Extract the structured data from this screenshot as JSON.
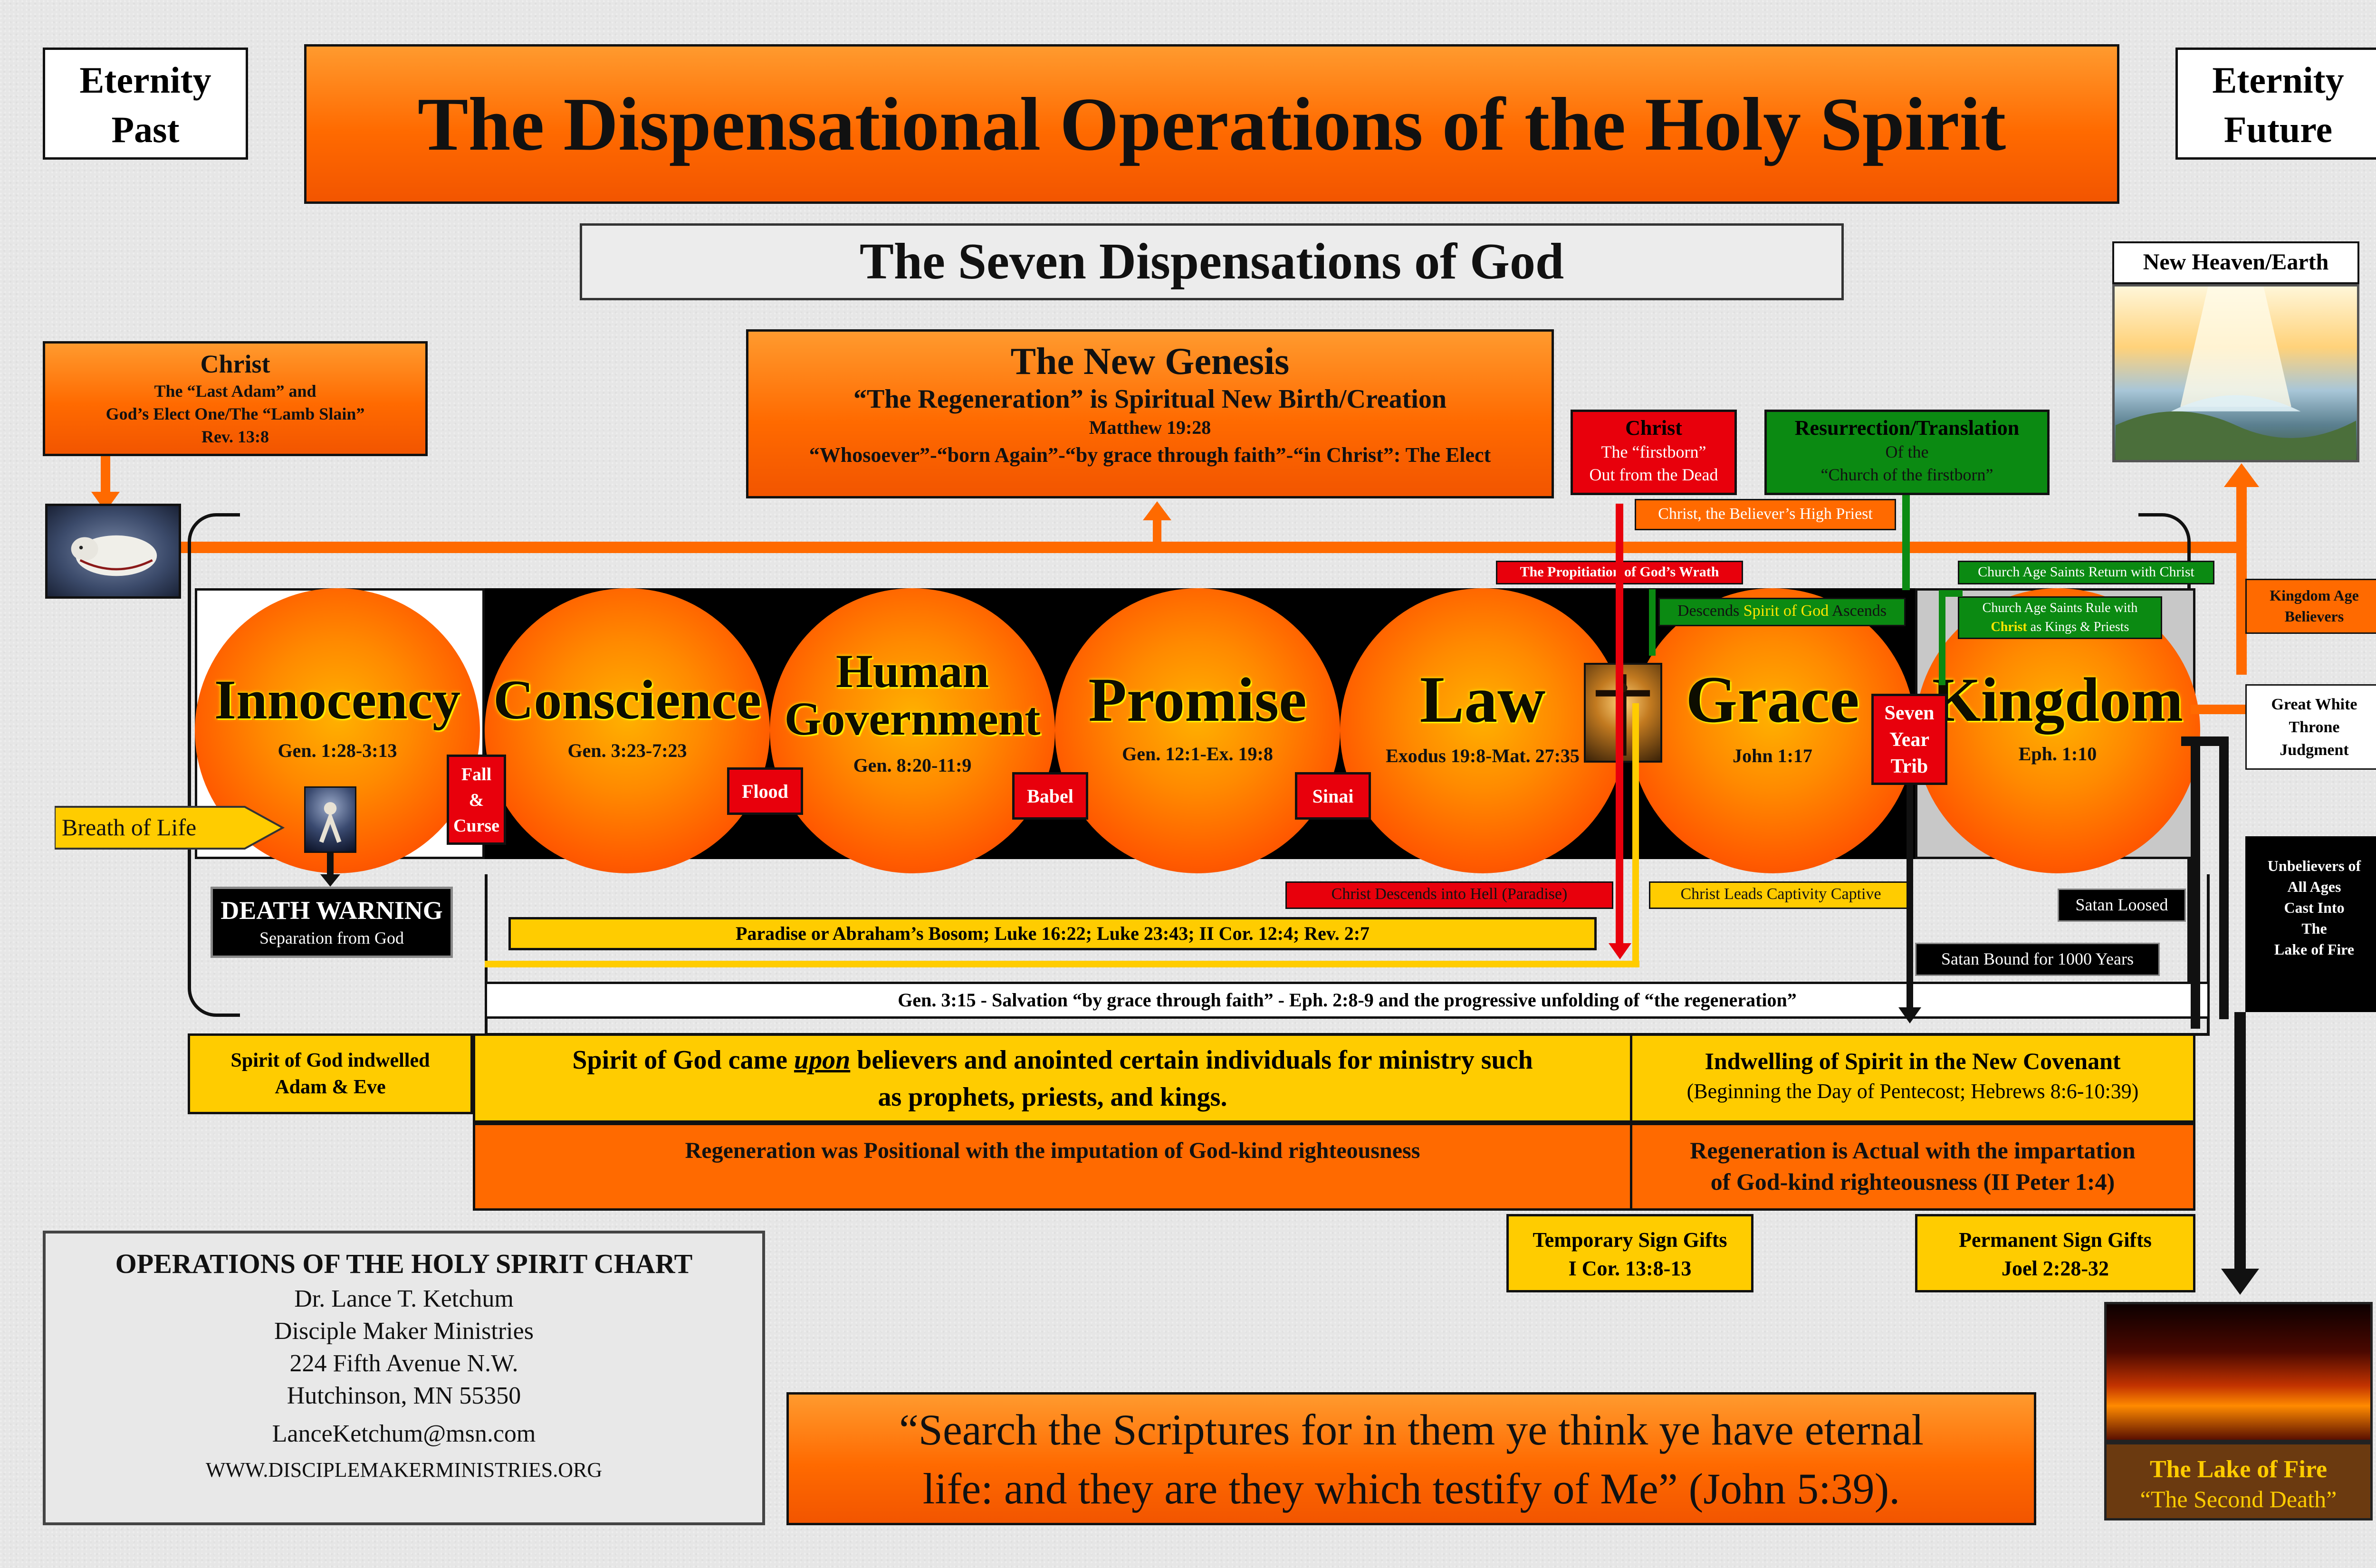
{
  "title": "The Dispensational Operations of the Holy Spirit",
  "eternity_past": [
    "Eternity",
    "Past"
  ],
  "eternity_future": [
    "Eternity",
    "Future"
  ],
  "seven_dispensations_title": "The Seven Dispensations of God",
  "christ_box": {
    "title": "Christ",
    "line1": "The “Last Adam” and",
    "line2": "God’s Elect One/The “Lamb Slain”",
    "line3": "Rev. 13:8"
  },
  "new_genesis": {
    "title": "The New Genesis",
    "line1": "“The Regeneration” is Spiritual  New Birth/Creation",
    "line2": "Matthew 19:28",
    "line3": "“Whosoever”-“born Again”-“by grace through faith”-“in Christ”: The Elect"
  },
  "christ_firstborn": {
    "title": "Christ",
    "line1": "The “firstborn”",
    "line2": "Out from the Dead"
  },
  "resurrection_translation": {
    "title": "Resurrection/Translation",
    "line1": "Of the",
    "line2": "“Church of the firstborn”"
  },
  "new_heaven_earth": "New Heaven/Earth",
  "high_priest": "Christ, the Believer’s High Priest",
  "propitiation": "The Propitiation of God’s Wrath",
  "church_age_return": "Church Age Saints Return with Christ",
  "church_age_rule": {
    "pre": "Church Age Saints Rule with",
    "christ": "Christ",
    "post": "as Kings & Priests"
  },
  "descends_ascends": {
    "pre": "Descends ",
    "spirit": "Spirit of God",
    "post": " Ascends"
  },
  "kingdom_age_believers": "Kingdom Age Believers",
  "great_white_throne": [
    "Great White",
    "Throne",
    "Judgment"
  ],
  "dispensations": [
    {
      "name": "Innocency",
      "ref": "Gen. 1:28-3:13"
    },
    {
      "name": "Conscience",
      "ref": "Gen. 3:23-7:23"
    },
    {
      "name_line1": "Human",
      "name_line2": "Government",
      "ref": "Gen. 8:20-11:9"
    },
    {
      "name": "Promise",
      "ref": "Gen. 12:1-Ex. 19:8"
    },
    {
      "name": "Law",
      "ref": "Exodus 19:8-Mat. 27:35"
    },
    {
      "name": "Grace",
      "ref": "John 1:17"
    },
    {
      "name": "Kingdom",
      "ref": "Eph. 1:10"
    }
  ],
  "markers": {
    "fall_curse": [
      "Fall",
      "&",
      "Curse"
    ],
    "flood": "Flood",
    "babel": "Babel",
    "sinai": "Sinai",
    "seven_year_trib": [
      "Seven",
      "Year",
      "Trib"
    ]
  },
  "breath_of_life": "Breath of Life",
  "death_warning": {
    "title": "DEATH WARNING",
    "sub": "Separation from God"
  },
  "christ_descends_hell": "Christ Descends into Hell (Paradise)",
  "christ_leads_captivity": "Christ Leads Captivity Captive",
  "satan_loosed": "Satan Loosed",
  "paradise_bar": "Paradise or Abraham’s Bosom; Luke 16:22; Luke 23:43; II Cor. 12:4; Rev. 2:7",
  "satan_bound": "Satan Bound for 1000 Years",
  "gen315_bar": "Gen. 3:15 - Salvation “by grace through faith” - Eph. 2:8-9 and the progressive unfolding of “the regeneration”",
  "unbelievers": [
    "Unbelievers of",
    "All Ages",
    "Cast Into",
    "The",
    "Lake of Fire"
  ],
  "spirit_indwelled_adam": [
    "Spirit of God indwelled",
    "Adam & Eve"
  ],
  "spirit_upon": {
    "pre": "Spirit of God came ",
    "upon": "upon",
    "post": " believers and anointed certain individuals for ministry such",
    "line2": "as prophets, priests, and kings."
  },
  "indwelling_new_covenant": {
    "title": "Indwelling of Spirit in the New Covenant",
    "sub": "(Beginning the Day of Pentecost; Hebrews 8:6-10:39)"
  },
  "regeneration_positional": "Regeneration was Positional with the imputation of God-kind righteousness",
  "regeneration_actual": [
    "Regeneration is Actual  with the impartation",
    "of God-kind righteousness (II Peter 1:4)"
  ],
  "temporary_sign_gifts": [
    "Temporary Sign Gifts",
    "I Cor. 13:8-13"
  ],
  "permanent_sign_gifts": [
    "Permanent Sign Gifts",
    "Joel 2:28-32"
  ],
  "info": {
    "title": "OPERATIONS OF THE HOLY SPIRIT  CHART",
    "name": "Dr. Lance T. Ketchum",
    "org": "Disciple Maker Ministries",
    "address1": "224 Fifth Avenue N.W.",
    "address2": "Hutchinson, MN 55350",
    "email": "LanceKetchum@msn.com",
    "web": "WWW.DISCIPLEMAKERMINISTRIES.ORG"
  },
  "quote": [
    "“Search the Scriptures for in them ye think ye have eternal",
    "life: and they are they which testify of Me” (John 5:39)."
  ],
  "lake_of_fire": {
    "title": "The Lake of Fire",
    "sub": "“The Second Death”"
  },
  "colors": {
    "orange": "#ff6a00",
    "yellow": "#ffcc00",
    "red": "#e8000c",
    "green": "#0b8a12",
    "black": "#000000"
  }
}
